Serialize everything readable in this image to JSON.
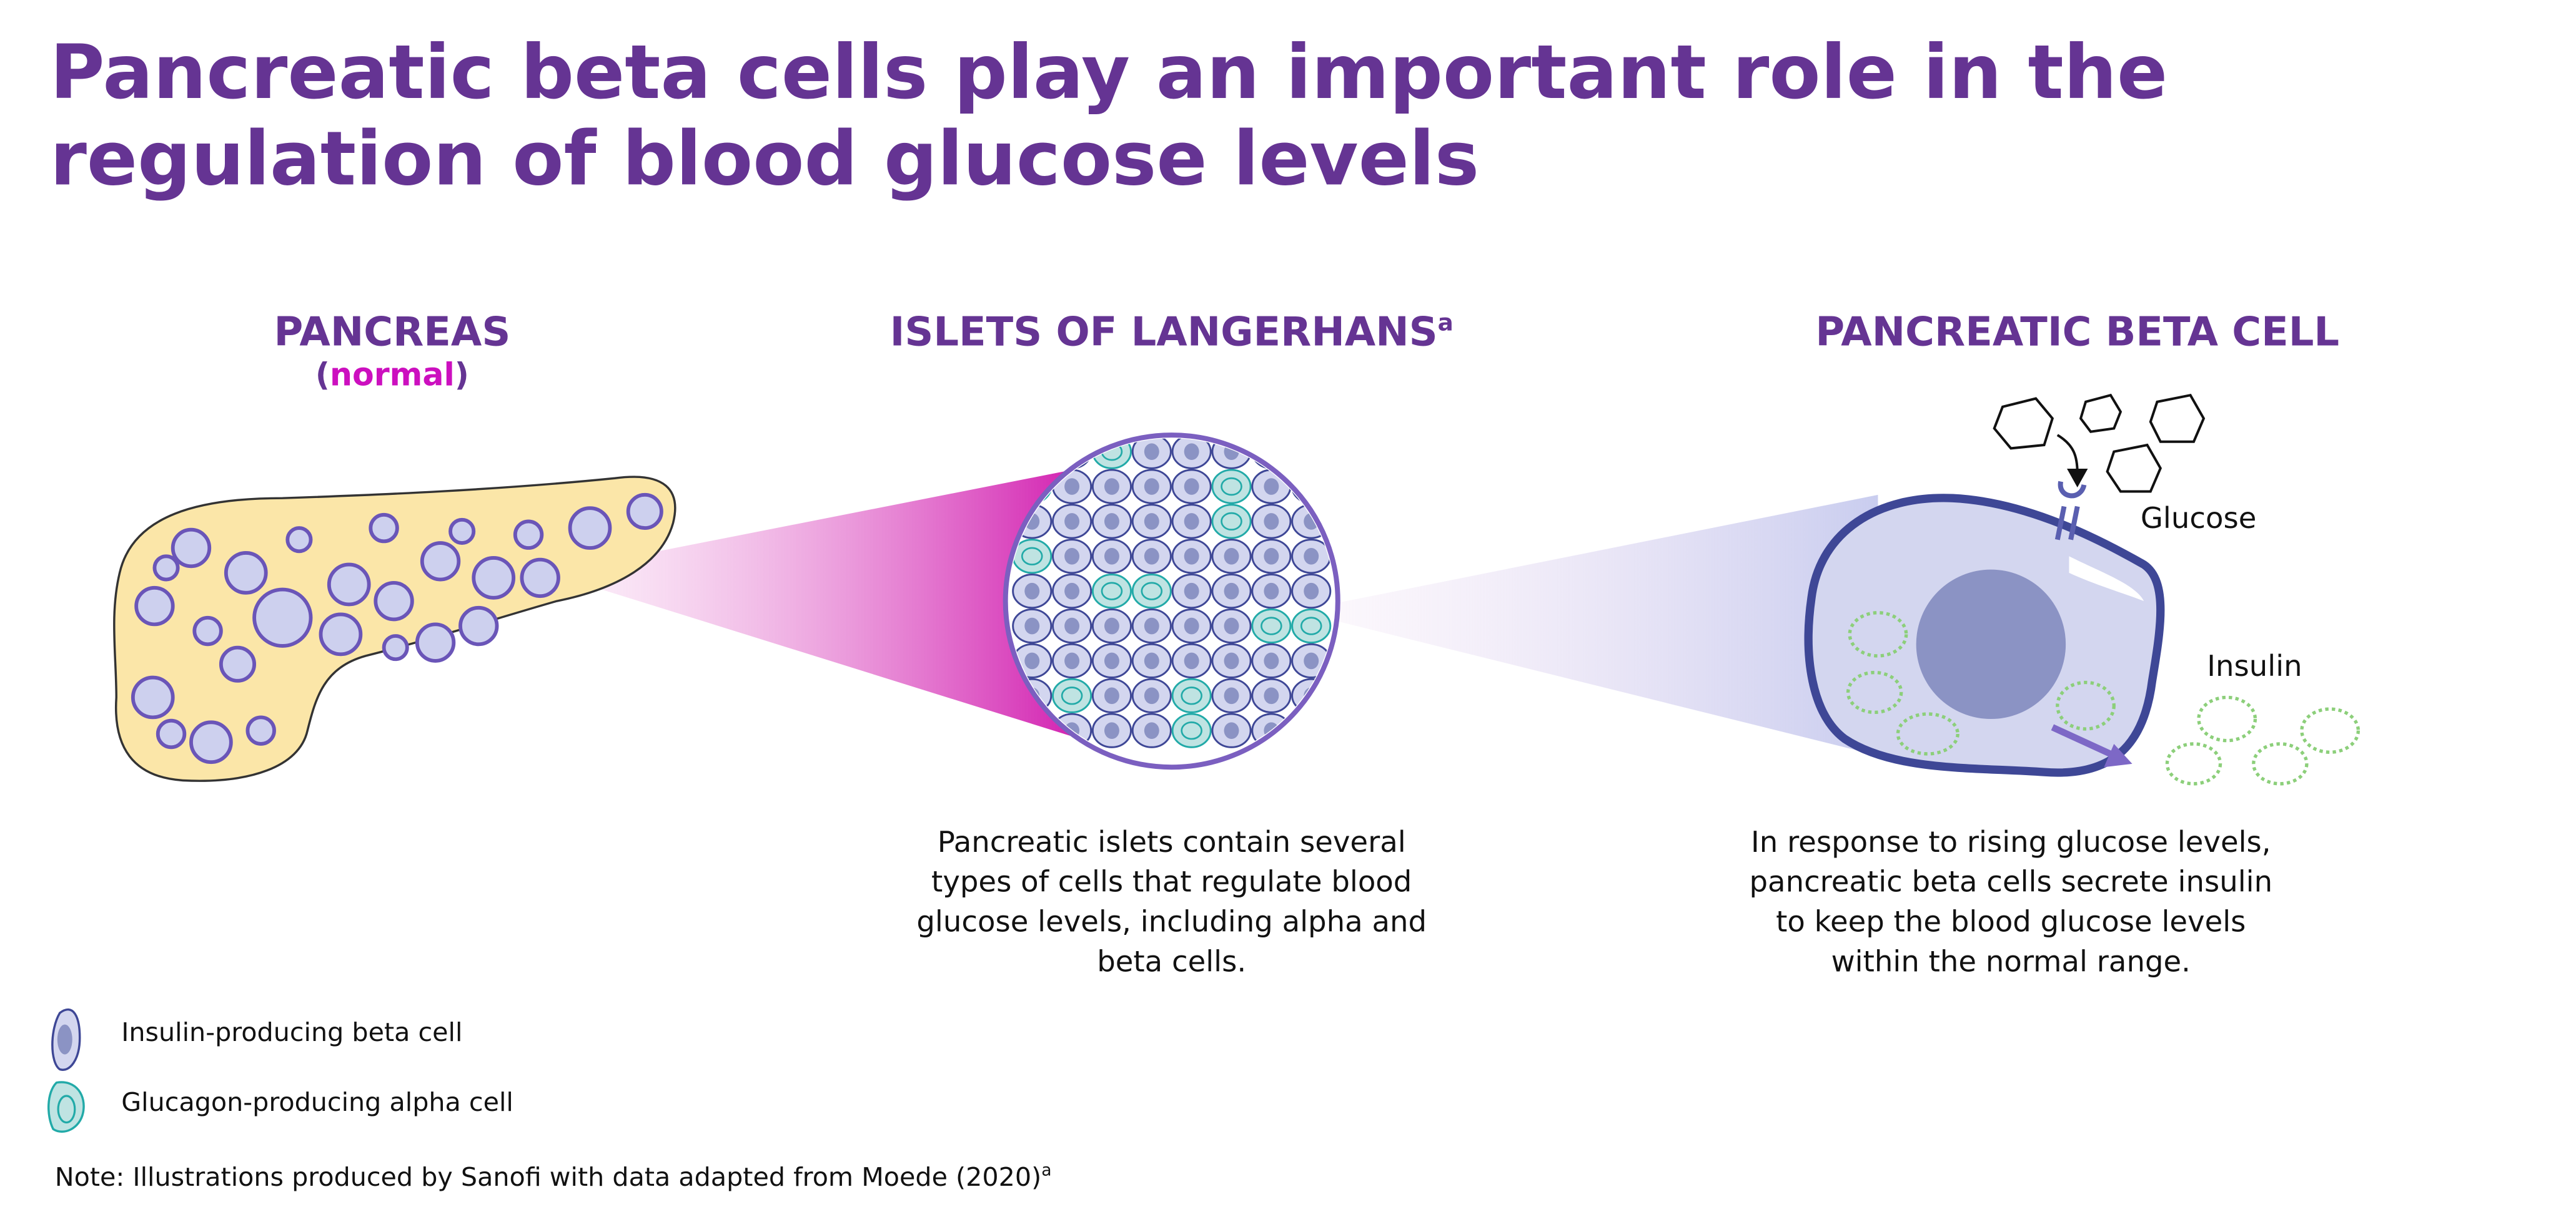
{
  "title": "Pancreatic beta cells play an important role in the regulation of blood glucose levels",
  "sections": {
    "pancreas": {
      "heading": "PANCREAS",
      "sub_open": "(",
      "sub_state": "normal",
      "sub_close": ")"
    },
    "islets": {
      "heading": "ISLETS OF LANGERHANS",
      "footnote": "a",
      "description": "Pancreatic islets contain several types of cells that regulate blood glucose levels, including alpha and beta cells."
    },
    "beta_cell": {
      "heading": "PANCREATIC BETA CELL",
      "glucose_label": "Glucose",
      "insulin_label": "Insulin",
      "description": "In response to rising glucose levels, pancreatic beta cells secrete insulin to keep the blood glucose levels within the normal range."
    }
  },
  "legend": [
    {
      "icon": "beta-cell-icon",
      "label": "Insulin-producing beta cell"
    },
    {
      "icon": "alpha-cell-icon",
      "label": "Glucagon-producing alpha cell"
    }
  ],
  "note": {
    "text": "Note: Illustrations produced by Sanofi with data adapted from Moede (2020)",
    "footnote": "a"
  },
  "colors": {
    "title": "#653493",
    "highlight": "#cc0fbf",
    "pancreas": "#fbe6a8",
    "beta_cell": "#d3d6ef",
    "alpha_cell": "#bfe3e2",
    "cell_outline": "#3e4796"
  }
}
